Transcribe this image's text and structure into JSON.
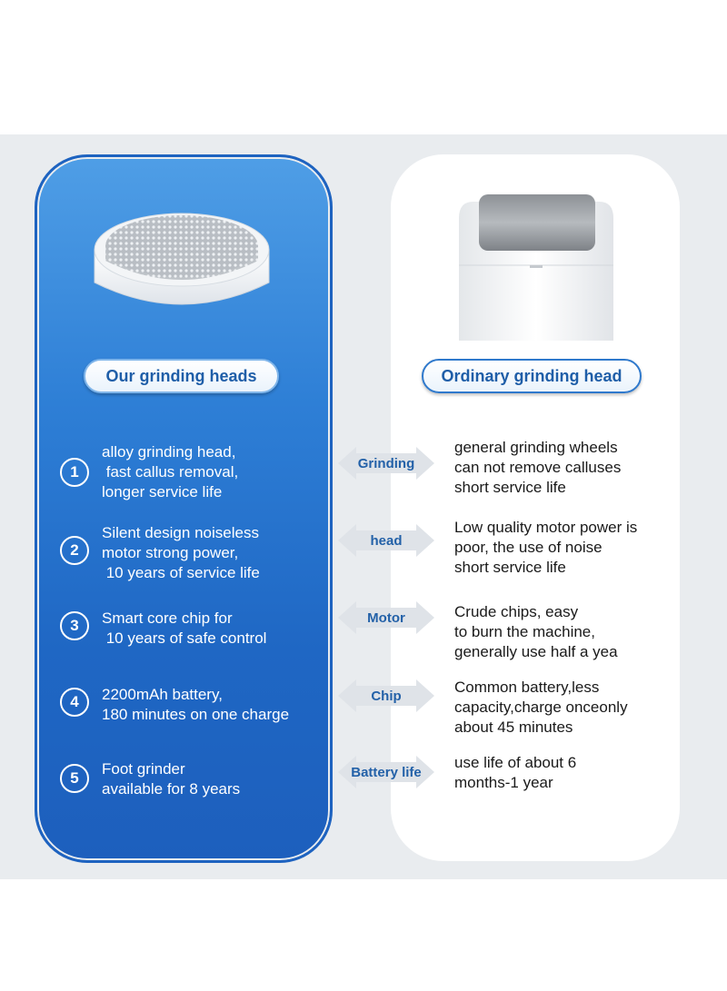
{
  "left": {
    "label": "Our grinding heads",
    "features": [
      {
        "num": "1",
        "text": "alloy grinding head,\n fast callus removal,\nlonger service life"
      },
      {
        "num": "2",
        "text": "Silent design noiseless\nmotor strong power,\n 10 years of service life"
      },
      {
        "num": "3",
        "text": "Smart core chip for\n 10 years of safe control"
      },
      {
        "num": "4",
        "text": "2200mAh battery,\n180 minutes on one charge"
      },
      {
        "num": "5",
        "text": "Foot grinder\navailable for 8 years"
      }
    ]
  },
  "right": {
    "label": "Ordinary grinding head",
    "items": [
      "general grinding wheels\ncan not remove calluses\nshort service life",
      "Low quality motor power is\npoor, the use of noise\nshort service life",
      "Crude chips, easy\nto burn the machine,\ngenerally use half a yea",
      "Common battery,less\ncapacity,charge onceonly\nabout 45 minutes",
      "use life of about 6\nmonths-1 year"
    ]
  },
  "arrows": [
    "Grinding",
    "head",
    "Motor",
    "Chip",
    "Battery life"
  ],
  "colors": {
    "accent": "#1f67c4",
    "panel_bg": "#e9ecef",
    "arrow_fill": "#dfe3e8"
  }
}
